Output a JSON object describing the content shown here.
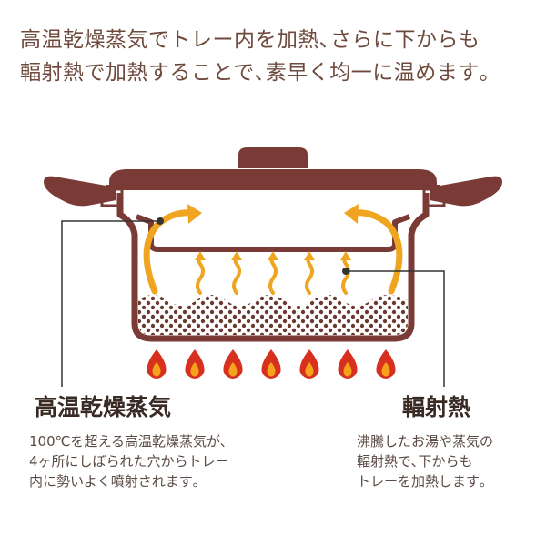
{
  "headline": {
    "line1": "高温乾燥蒸気でトレー内を加熱､さらに下からも",
    "line2": "輻射熱で加熱することで､素早く均一に温めます｡"
  },
  "left_callout": {
    "title": "高温乾燥蒸気",
    "body": [
      "100℃を超える高温乾燥蒸気が､",
      "4ヶ所にしぼられた穴からトレー",
      "内に勢いよく噴射されます｡"
    ]
  },
  "right_callout": {
    "title": "輻射熱",
    "body": [
      "沸騰したお湯や蒸気の",
      "輻射熱で､下からも",
      "トレーを加熱します｡"
    ]
  },
  "colors": {
    "pot": "#7a3b36",
    "pot_dark": "#5e2a26",
    "lid_fill": "#ffffff",
    "arrow": "#f0a520",
    "flame_outer": "#d8301e",
    "flame_inner": "#f6a21c",
    "dots": "#6b3b30",
    "leader": "#333333"
  },
  "icons": {
    "flame": "flame-icon",
    "steam": "steam-arrow-icon"
  }
}
